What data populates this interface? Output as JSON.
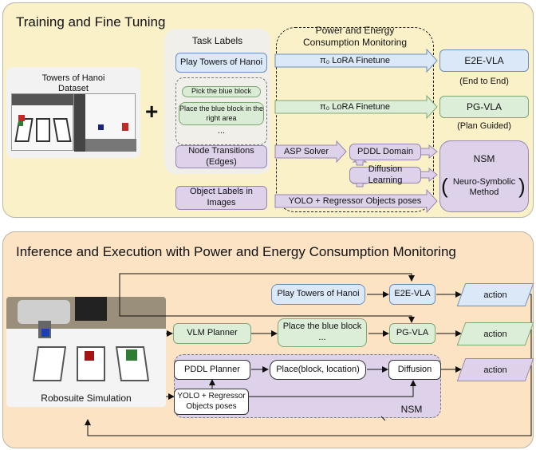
{
  "top": {
    "title": "Training and Fine Tuning",
    "dataset_label": "Towers of Hanoi\nDataset",
    "task_labels_title": "Task Labels",
    "monitor_title": "Power and Energy\nConsumption Monitoring",
    "task_play": "Play Towers of Hanoi",
    "sub_pick": "Pick the blue block",
    "sub_place": "Place the blue block in the\nright area",
    "sub_more": "...",
    "node_transitions": "Node Transitions\n(Edges)",
    "object_labels": "Object Labels in\nImages",
    "finetune_1": "π₀  LoRA Finetune",
    "finetune_2": "π₀  LoRA Finetune",
    "asp": "ASP Solver",
    "pddl_domain": "PDDL Domain",
    "diffusion_learning": "Diffusion Learning",
    "yolo": "YOLO + Regressor Objects poses",
    "e2e": "E2E-VLA",
    "e2e_sub": "(End to End)",
    "pg": "PG-VLA",
    "pg_sub": "(Plan Guided)",
    "nsm": "NSM",
    "nsm_sub": "Neuro-Symbolic\nMethod",
    "plus": "+"
  },
  "bottom": {
    "title": "Inference and Execution with Power and Energy Consumption Monitoring",
    "sim_label": "Robosuite Simulation",
    "play": "Play Towers of Hanoi",
    "e2e": "E2E-VLA",
    "vlm": "VLM Planner",
    "place": "Place the blue block\n...",
    "pg": "PG-VLA",
    "pddl_planner": "PDDL Planner",
    "place_call": "Place(block, location)",
    "diffusion": "Diffusion",
    "yolo": "YOLO + Regressor\nObjects poses",
    "nsm": "NSM",
    "action1": "action",
    "action2": "action",
    "action3": "action"
  },
  "colors": {
    "top_panel": "#fbf1c9",
    "bottom_panel": "#fbe3c4",
    "blue_box": "#dbe8f8",
    "green_box": "#dcedd8",
    "purple_box": "#ddd2ea"
  }
}
